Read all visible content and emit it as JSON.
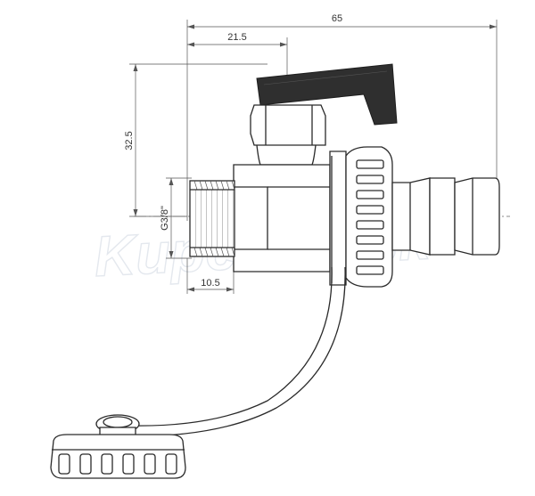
{
  "dimensions": {
    "overall_length": "65",
    "center_offset": "21.5",
    "height": "32.5",
    "thread_size": "G3/8\"",
    "thread_length": "10.5"
  },
  "watermark": "Kupelnex.sk",
  "colors": {
    "line": "#2a2a2a",
    "handle": "#2f2f2f",
    "watermark": "#e4e8ee"
  }
}
